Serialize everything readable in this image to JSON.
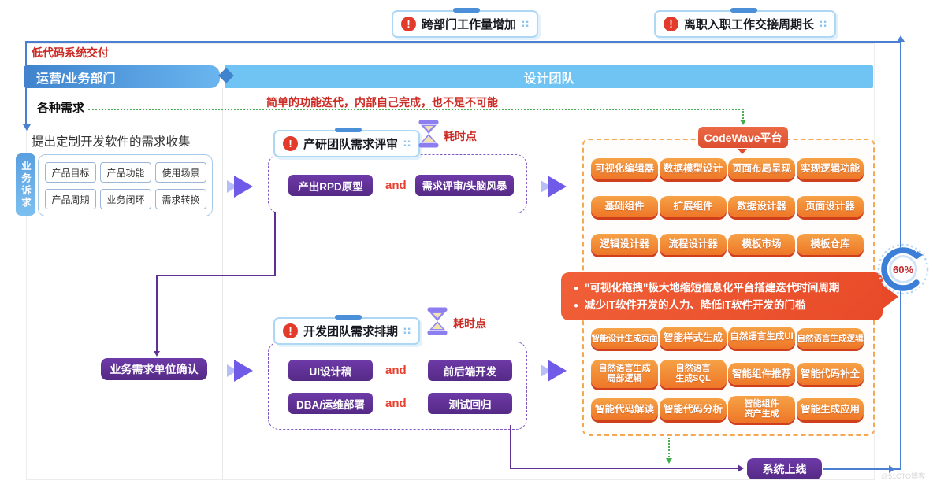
{
  "flow_label": "低代码系统交付",
  "watermark": "@51CTO博客",
  "icons": {
    "warning": "!",
    "sparkle": "∷",
    "bullet": "●"
  },
  "top_badges": {
    "badge1": "跨部门工作量增加",
    "badge2": "离职入职工作交接周期长"
  },
  "headers": {
    "operations": "运营/业务部门",
    "design": "设计团队"
  },
  "left_panel": {
    "section_title": "各种需求",
    "collect_note": "提出定制开发软件的需求收集",
    "tab_label": "业务诉求",
    "demand_items": [
      "产品目标",
      "产品功能",
      "使用场景",
      "产品周期",
      "业务闭环",
      "需求转换"
    ],
    "confirm_button": "业务需求单位确认"
  },
  "green_note": "简单的功能迭代，内部自己完成，也不是不可能",
  "review_section": {
    "title": "产研团队需求评审",
    "time_cost_label": "耗时点",
    "step1": "产出RPD原型",
    "connector": "and",
    "step2": "需求评审/头脑风暴"
  },
  "dev_section": {
    "title": "开发团队需求排期",
    "time_cost_label": "耗时点",
    "connector": "and",
    "row1": [
      "UI设计稿",
      "前后端开发"
    ],
    "row2": [
      "DBA/运维部署",
      "测试回归"
    ]
  },
  "codewave": {
    "title": "CodeWave平台",
    "features": [
      "可视化编辑器",
      "数据模型设计",
      "页面布局呈现",
      "实现逻辑功能",
      "基础组件",
      "扩展组件",
      "数据设计器",
      "页面设计器",
      "逻辑设计器",
      "流程设计器",
      "模板市场",
      "模板仓库"
    ],
    "banner_points": [
      "\"可视化拖拽\"极大地缩短信息化平台搭建迭代时间周期",
      "减少IT软件开发的人力、降低IT软件开发的门槛"
    ],
    "ai_features": [
      "智能设计生成页面",
      "智能样式生成",
      "自然语言生成UI",
      "自然语言生成逻辑",
      "自然语言生成\n局部逻辑",
      "自然语言\n生成SQL",
      "智能组件推荐",
      "智能代码补全",
      "智能代码解读",
      "智能代码分析",
      "智能组件\n资产生成",
      "智能生成应用"
    ]
  },
  "gauge_value": "60%",
  "launch_button": "系统上线",
  "colors": {
    "purple": "#5e3192",
    "orange": "#ee7627",
    "blue_loop": "#4a7fd1",
    "light_blue": "#70c4f3",
    "green": "#4cae52",
    "red": "#d2302a"
  }
}
